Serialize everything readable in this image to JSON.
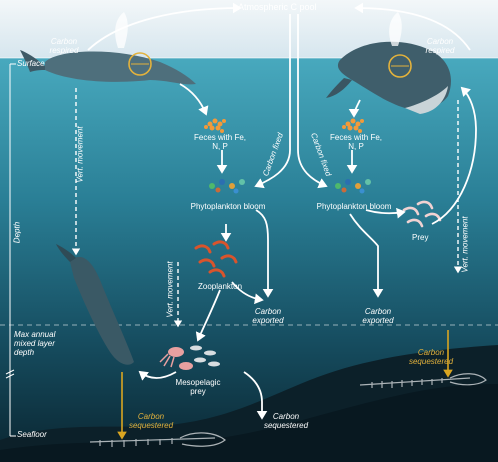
{
  "labels": {
    "atmospheric_pool": "Atmospheric C pool",
    "carbon_respired": "Carbon respired",
    "carbon_fixed": "Carbon fixed",
    "surface": "Surface",
    "depth": "Depth",
    "vert_movement": "Vert. movement",
    "feces": "Feces with Fe, N, P",
    "phytoplankton_bloom": "Phytoplankton bloom",
    "phytoplankton_bloom_2": "Phytoplankton bloom",
    "zooplankton": "Zooplankton",
    "prey": "Prey",
    "carbon_exported": "Carbon exported",
    "mixed_layer": "Max annual mixed layer depth",
    "mesopelagic_prey": "Mesopelagic prey",
    "carbon_sequestered": "Carbon sequestered",
    "seafloor": "Seafloor"
  },
  "colors": {
    "sky": "#e4eef3",
    "water_top": "#3f9fb5",
    "water_deep": "#0b2a37",
    "arrow": "#ffffff",
    "sequestered": "#d9a521",
    "feces": "#f29a3a",
    "zooplankton": "#d9542c"
  }
}
